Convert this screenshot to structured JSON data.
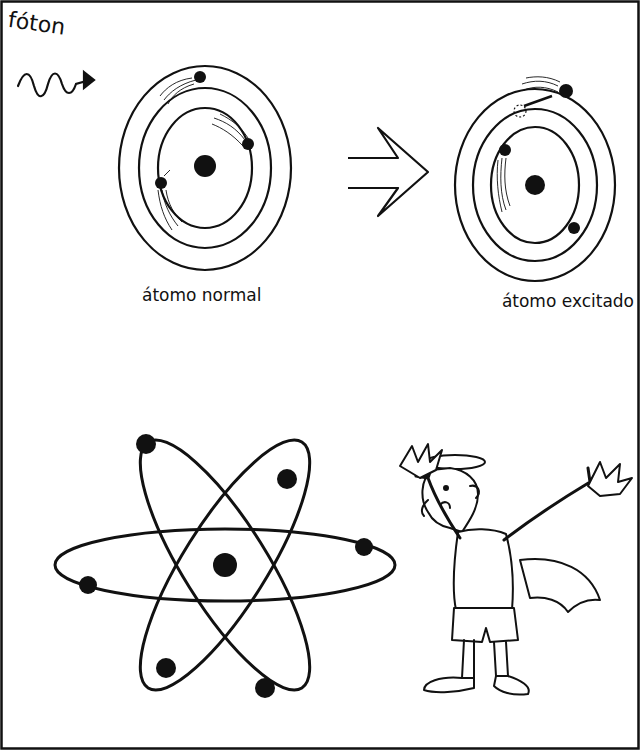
{
  "diagram": {
    "labels": [
      "fóton",
      "átomo normal",
      "átomo excitado"
    ]
  }
}
